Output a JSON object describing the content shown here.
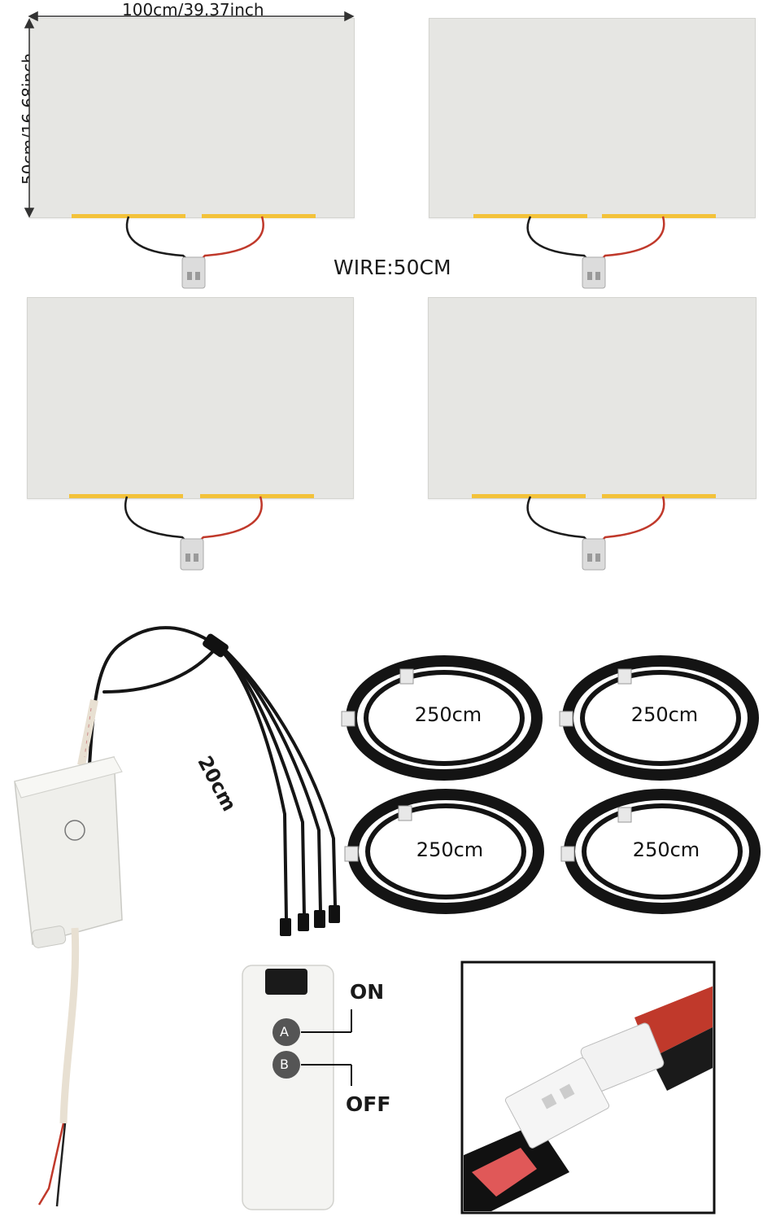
{
  "dimensions": {
    "width_label": "100cm/39.37inch",
    "height_label": "50cm/16.68inch",
    "wire_label": "WIRE:50CM"
  },
  "cables": {
    "lengths": [
      "250cm",
      "250cm",
      "250cm",
      "250cm"
    ]
  },
  "splitter": {
    "length_label": "20cm"
  },
  "remote": {
    "button_a": "A",
    "button_b": "B",
    "on_label": "ON",
    "off_label": "OFF"
  },
  "colors": {
    "panel": "#e6e6e3",
    "led_strip": "#f3c23a",
    "wire_red": "#c0392b",
    "wire_black": "#1c1c1c",
    "connector": "#dcdcdc"
  }
}
